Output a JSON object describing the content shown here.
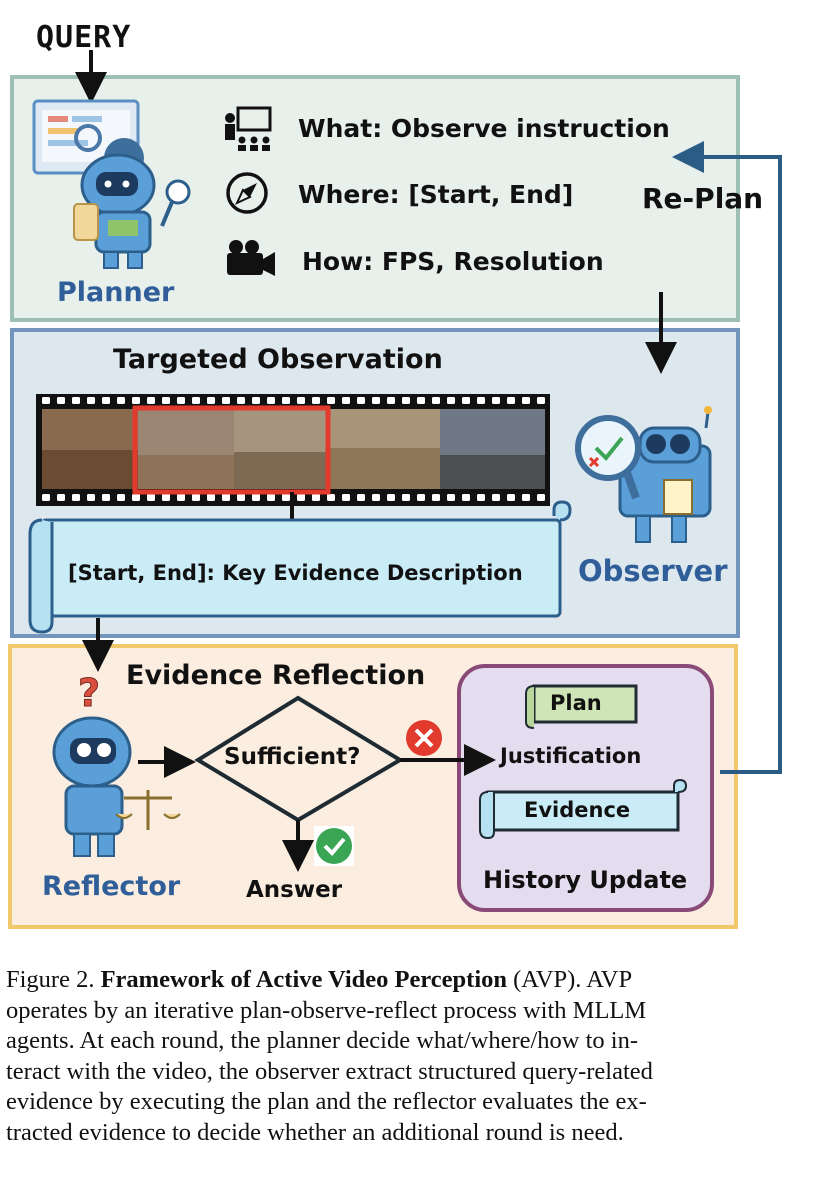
{
  "query_label": "QUERY",
  "planner": {
    "name": "Planner",
    "what": "What: Observe instruction",
    "where": "Where: [Start, End]",
    "how": "How:  FPS, Resolution",
    "icons": [
      "instruction-icon",
      "compass-icon",
      "camera-icon"
    ]
  },
  "replan_label": "Re-Plan",
  "observer": {
    "title": "Targeted Observation",
    "name": "Observer",
    "scroll_text": "[Start, End]: Key Evidence Description"
  },
  "reflection": {
    "title": "Evidence Reflection",
    "decision": "Sufficient?",
    "answer": "Answer",
    "name": "Reflector"
  },
  "history": {
    "plan": "Plan",
    "justification": "Justification",
    "evidence": "Evidence",
    "title": "History Update"
  },
  "caption": {
    "prefix": "Figure 2. ",
    "bold": "Framework of Active Video Perception",
    "line1_rest": " (AVP). AVP",
    "line2": "operates by an iterative plan-observe-reflect process with MLLM",
    "line3": "agents. At each round, the planner decide what/where/how to in-",
    "line4": "teract with the video, the observer extract structured query-related",
    "line5": "evidence by executing the plan and the reflector evaluates the ex-",
    "line6": "tracted evidence to decide whether an additional round is need."
  },
  "colors": {
    "planner_bg": "#e8f0ec",
    "observer_bg": "#dde7ee",
    "reflection_bg": "#fbeee0",
    "history_bg": "#e4dcef",
    "robot_blue": "#5a9fd8",
    "name_blue": "#2f5e99",
    "highlight_red": "#e23b2e",
    "check_green": "#3aa655"
  }
}
